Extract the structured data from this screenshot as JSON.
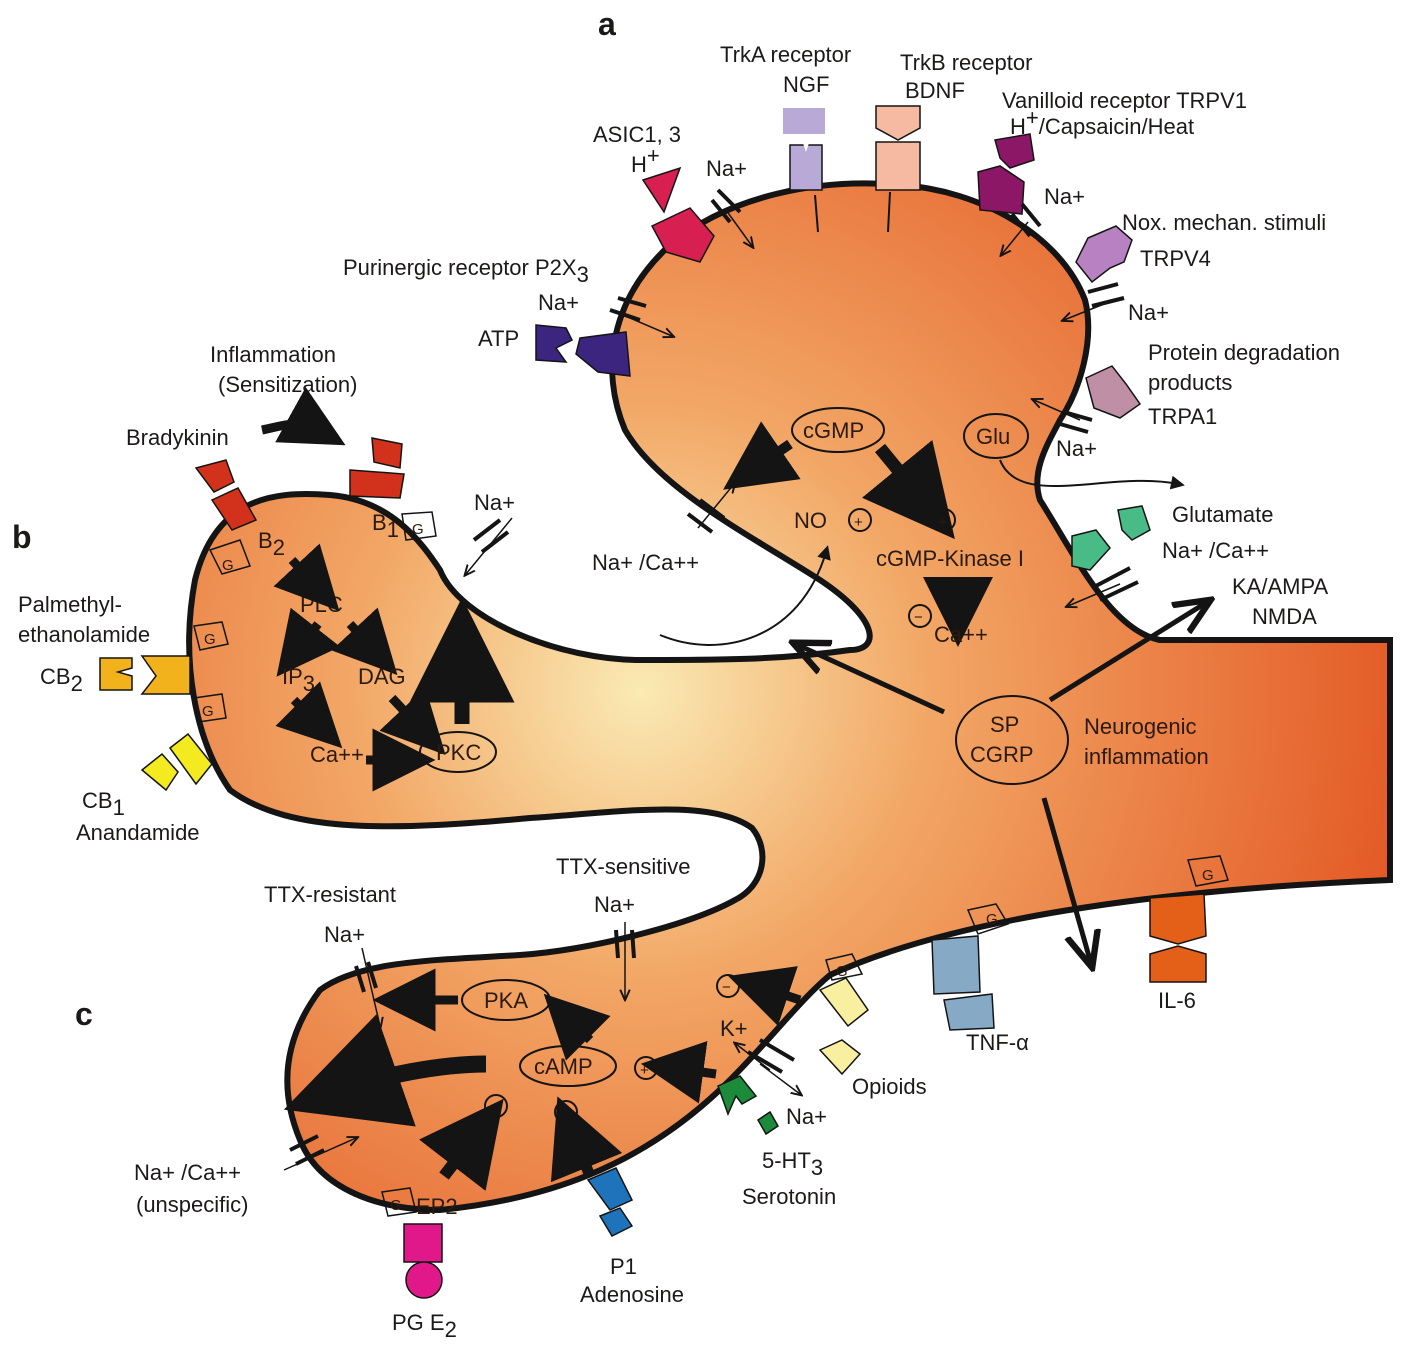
{
  "panels": {
    "a": "a",
    "b": "b",
    "c": "c"
  },
  "panel_a": {
    "trka_title": "TrkA receptor",
    "trka_ligand": "NGF",
    "trkb_title": "TrkB receptor",
    "trkb_ligand": "BDNF",
    "trpv1_title": "Vanilloid receptor TRPV1",
    "trpv1_ligand_h": "H",
    "trpv1_ligand_plus": "+",
    "trpv1_ligand_rest": "/Capsaicin/Heat",
    "asic_title": "ASIC1, 3",
    "asic_h": "H",
    "asic_plus": "+",
    "na_asic": "Na+",
    "na_trpv1": "Na+",
    "nox": "Nox. mechan. stimuli",
    "trpv4": "TRPV4",
    "na_trpv4": "Na+",
    "p2x3_prefix": "Purinergic receptor P2X",
    "p2x3_sub": "3",
    "na_p2x3": "Na+",
    "atp": "ATP",
    "protein_1": "Protein degradation",
    "protein_2": "products",
    "trpa1": "TRPA1",
    "na_trpa1": "Na+",
    "glu": "Glu",
    "glutamate": "Glutamate",
    "na_ca_glu": "Na+ /Ca++",
    "ka_ampa": "KA/AMPA",
    "nmda": "NMDA",
    "cgmp": "cGMP",
    "no": "NO",
    "cgmp_kinase": "cGMP-Kinase I",
    "ca_cgmp": "Ca++",
    "na_ca_left": "Na+ /Ca++",
    "sp": "SP",
    "cgrp": "CGRP",
    "neuro_1": "Neurogenic",
    "neuro_2": "inflammation",
    "tnf": "TNF-α",
    "il6": "IL-6",
    "plus_sign": "+",
    "minus_sign": "−"
  },
  "panel_b": {
    "inflammation": "Inflammation",
    "sensitization": "(Sensitization)",
    "bradykinin": "Bradykinin",
    "b1": "B",
    "b1_sub": "1",
    "b2": "B",
    "b2_sub": "2",
    "g": "G",
    "na": "Na+",
    "plc": "PLC",
    "ip3": "IP",
    "ip3_sub": "3",
    "dag": "DAG",
    "ca": "Ca++",
    "pkc": "PKC",
    "palm_1": "Palmethyl-",
    "palm_2": "ethanolamide",
    "cb2": "CB",
    "cb2_sub": "2",
    "cb1": "CB",
    "cb1_sub": "1",
    "anandamide": "Anandamide"
  },
  "panel_c": {
    "ttx_resistant": "TTX-resistant",
    "na_ttxr": "Na+",
    "ttx_sensitive": "TTX-sensitive",
    "na_ttxs": "Na+",
    "pka": "PKA",
    "camp": "cAMP",
    "k": "K+",
    "na_5ht3": "Na+",
    "ht3_prefix": "5-HT",
    "ht3_sub": "3",
    "serotonin": "Serotonin",
    "opioids": "Opioids",
    "na_ca_unspec": "Na+ /Ca++",
    "unspecific": "(unspecific)",
    "ep2": "EP2",
    "pge2": "PG E",
    "pge2_sub": "2",
    "p1": "P1",
    "adenosine": "Adenosine"
  },
  "colors": {
    "membrane": "#141414",
    "cytoplasm_light": "#faeab4",
    "cytoplasm_mid": "#f2a766",
    "cytoplasm_dark": "#e2521f",
    "asic": "#d81f52",
    "trka": "#b9a9d6",
    "trkb": "#f6b9a1",
    "trpv1": "#8c1767",
    "trpv4": "#b882c2",
    "trpa1": "#bf8fa5",
    "p2x3": "#3b257f",
    "glutamate_receptor": "#49bb86",
    "bradykinin_receptor": "#d2321b",
    "cb2": "#f2b21c",
    "cb1": "#f3ea20",
    "opioid": "#f8f0a0",
    "tnf": "#86a9c6",
    "il6": "#e45f18",
    "ht3": "#1b8a3a",
    "ep2": "#e0188a",
    "p1": "#1f73bb"
  }
}
